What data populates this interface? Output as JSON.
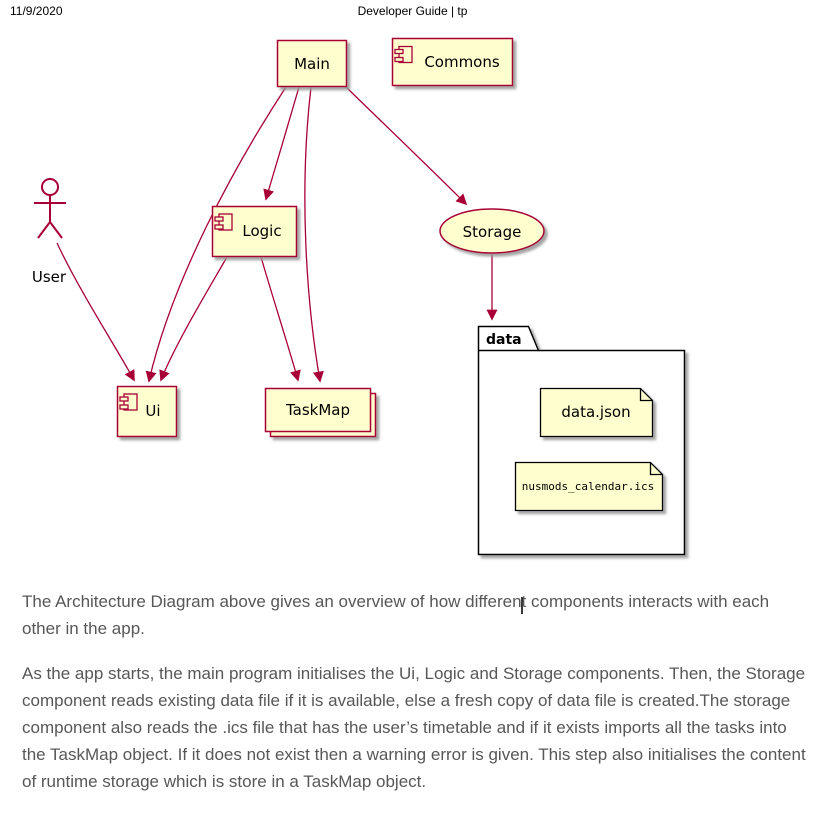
{
  "header": {
    "date": "11/9/2020",
    "title": "Developer Guide | tp"
  },
  "diagram": {
    "colors": {
      "node_fill": "#FEFECE",
      "node_border": "#A80036",
      "arrow": "#A80036",
      "file_border": "#000000",
      "folder_fill": "#FFFFFF"
    },
    "nodes": {
      "main": "Main",
      "commons": "Commons",
      "logic": "Logic",
      "storage": "Storage",
      "ui": "Ui",
      "taskmap": "TaskMap",
      "user": "User",
      "data_folder": "data",
      "data_json": "data.json",
      "ics_file": "nusmods_calendar.ics"
    },
    "edges": [
      {
        "from": "Main",
        "to": "Logic"
      },
      {
        "from": "Main",
        "to": "Ui"
      },
      {
        "from": "Main",
        "to": "TaskMap"
      },
      {
        "from": "Main",
        "to": "Storage"
      },
      {
        "from": "Logic",
        "to": "Ui"
      },
      {
        "from": "Logic",
        "to": "TaskMap"
      },
      {
        "from": "User",
        "to": "Ui"
      },
      {
        "from": "Storage",
        "to": "data"
      }
    ],
    "containment": {
      "data": [
        "data.json",
        "nusmods_calendar.ics"
      ]
    }
  },
  "paragraphs": {
    "p1": "The Architecture Diagram above gives an overview of how different components interacts with each other in the app.",
    "p2": "As the app starts, the main program initialises the Ui, Logic and Storage components. Then, the Storage component reads existing data file if it is available, else a fresh copy of data file is created.The storage component also reads the .ics file that has the user’s timetable and if it exists imports all the tasks into the TaskMap object. If it does not exist then a warning error is given. This step also initialises the content of runtime storage which is store in a TaskMap object."
  }
}
